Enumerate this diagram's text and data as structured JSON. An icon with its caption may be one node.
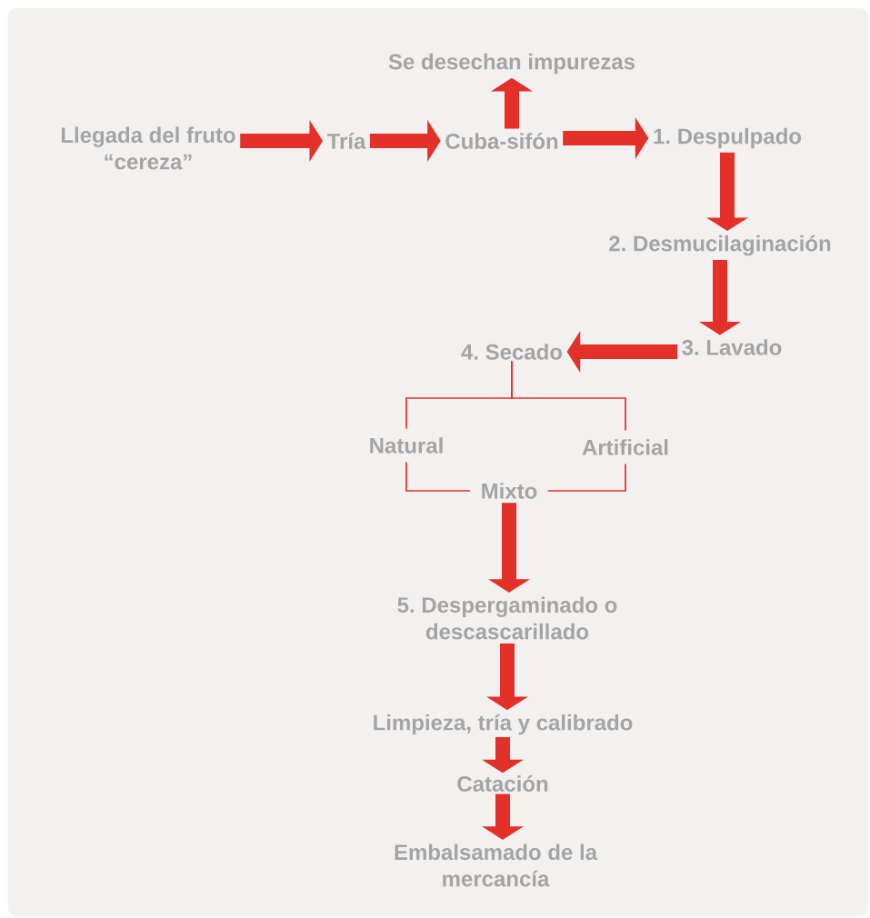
{
  "diagram": {
    "nodes": [
      {
        "text": [
          "Llegada del fruto “cereza”"
        ]
      },
      {
        "text": [
          "Tría"
        ]
      },
      {
        "text": [
          "Cuba-sifón"
        ]
      },
      {
        "text": [
          "Se desechan impurezas"
        ]
      },
      {
        "text": [
          "1. Despulpado"
        ]
      },
      {
        "text": [
          "2. Desmucilaginación"
        ]
      },
      {
        "text": [
          "3. Lavado"
        ]
      },
      {
        "text": [
          "4. Secado"
        ]
      },
      {
        "text": [
          "Natural"
        ]
      },
      {
        "text": [
          "Artificial"
        ]
      },
      {
        "text": [
          "Mixto"
        ]
      },
      {
        "text": [
          "5. Despergaminado o descascarillado"
        ]
      },
      {
        "text": [
          "Limpieza, tría y calibrado"
        ]
      },
      {
        "text": [
          "Catación"
        ]
      },
      {
        "text": [
          "Embalsamado de la mercancía"
        ]
      }
    ],
    "edges": [
      {
        "from": 0,
        "to": 1,
        "arrow": "to"
      },
      {
        "from": 1,
        "to": 2,
        "arrow": "to"
      },
      {
        "from": 2,
        "to": 3,
        "arrow": "to"
      },
      {
        "from": 2,
        "to": 4,
        "arrow": "to"
      },
      {
        "from": 4,
        "to": 5,
        "arrow": "to"
      },
      {
        "from": 5,
        "to": 6,
        "arrow": "to"
      },
      {
        "from": 6,
        "to": 7,
        "arrow": "to"
      },
      {
        "from": 7,
        "to": 8,
        "arrow": "none"
      },
      {
        "from": 7,
        "to": 9,
        "arrow": "none"
      },
      {
        "from": 8,
        "to": 10,
        "arrow": "none"
      },
      {
        "from": 9,
        "to": 10,
        "arrow": "none"
      },
      {
        "from": 10,
        "to": 11,
        "arrow": "to"
      },
      {
        "from": 11,
        "to": 12,
        "arrow": "to"
      },
      {
        "from": 12,
        "to": 13,
        "arrow": "to"
      },
      {
        "from": 13,
        "to": 14,
        "arrow": "to"
      }
    ]
  }
}
